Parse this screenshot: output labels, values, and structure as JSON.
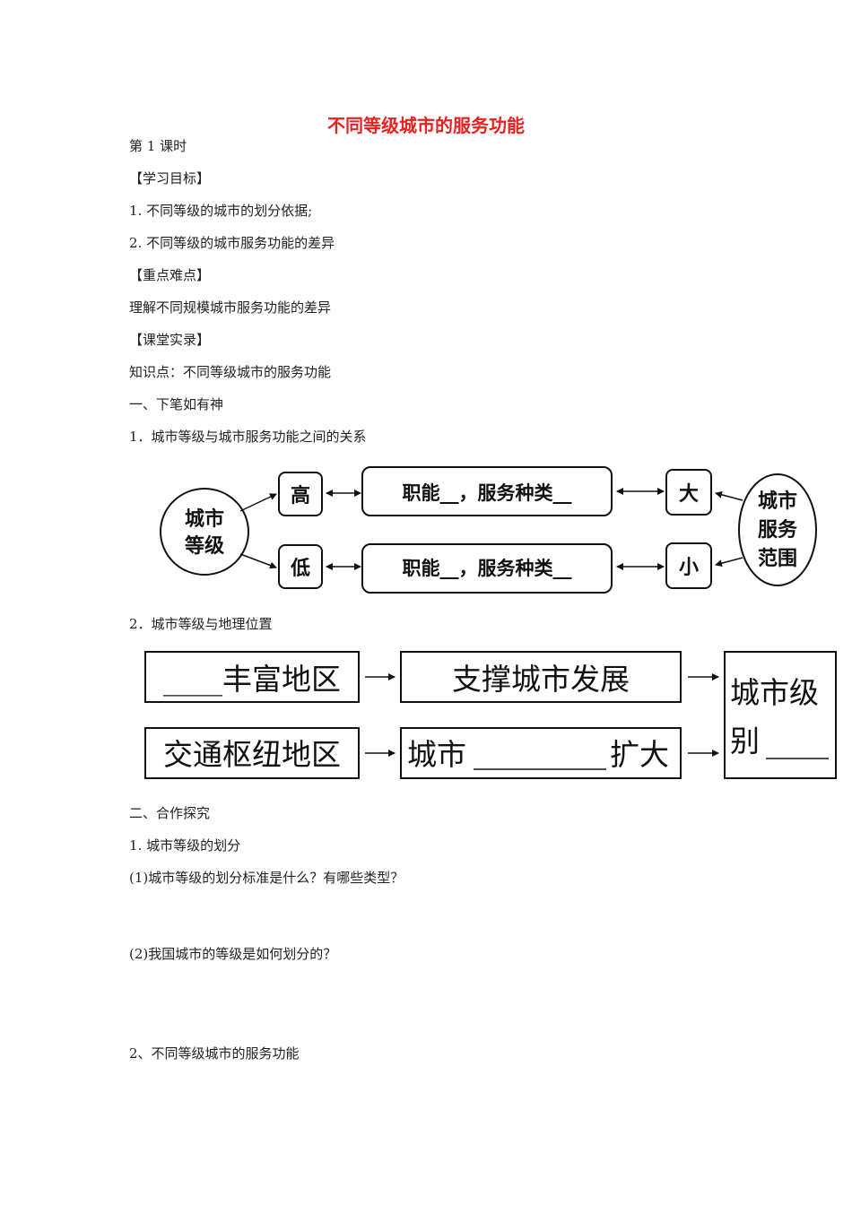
{
  "doc": {
    "title": "不同等级城市的服务功能",
    "lines": [
      "第 1 课时",
      "【学习目标】",
      "1. 不同等级的城市的划分依据;",
      "2. 不同等级的城市服务功能的差异",
      "【重点难点】",
      "理解不同规模城市服务功能的差异",
      "【课堂实录】",
      "知识点：不同等级城市的服务功能",
      "一、下笔如有神",
      "1．城市等级与城市服务功能之间的关系"
    ],
    "line_item2": "2．城市等级与地理位置",
    "lines2": [
      "二、合作探究",
      "1. 城市等级的划分",
      "(1)城市等级的划分标准是什么？有哪些类型？"
    ],
    "question2": "(2)我国城市的等级是如何划分的？",
    "section2": "2、不同等级城市的服务功能"
  },
  "diagram1": {
    "left_circle": [
      "城市",
      "等级"
    ],
    "high": "高",
    "low": "低",
    "top_box": "职能__，服务种类__",
    "bottom_box": "职能__，服务种类__",
    "big": "大",
    "small": "小",
    "right_circle": [
      "城市",
      "服务",
      "范围"
    ]
  },
  "diagram2": {
    "box_tl": "____丰富地区",
    "box_bl": "交通枢纽地区",
    "box_tm": "支撑城市发展",
    "box_bm_left": "城市",
    "box_bm_right": "扩大",
    "box_right_1": "城市级",
    "box_right_2": "别"
  }
}
